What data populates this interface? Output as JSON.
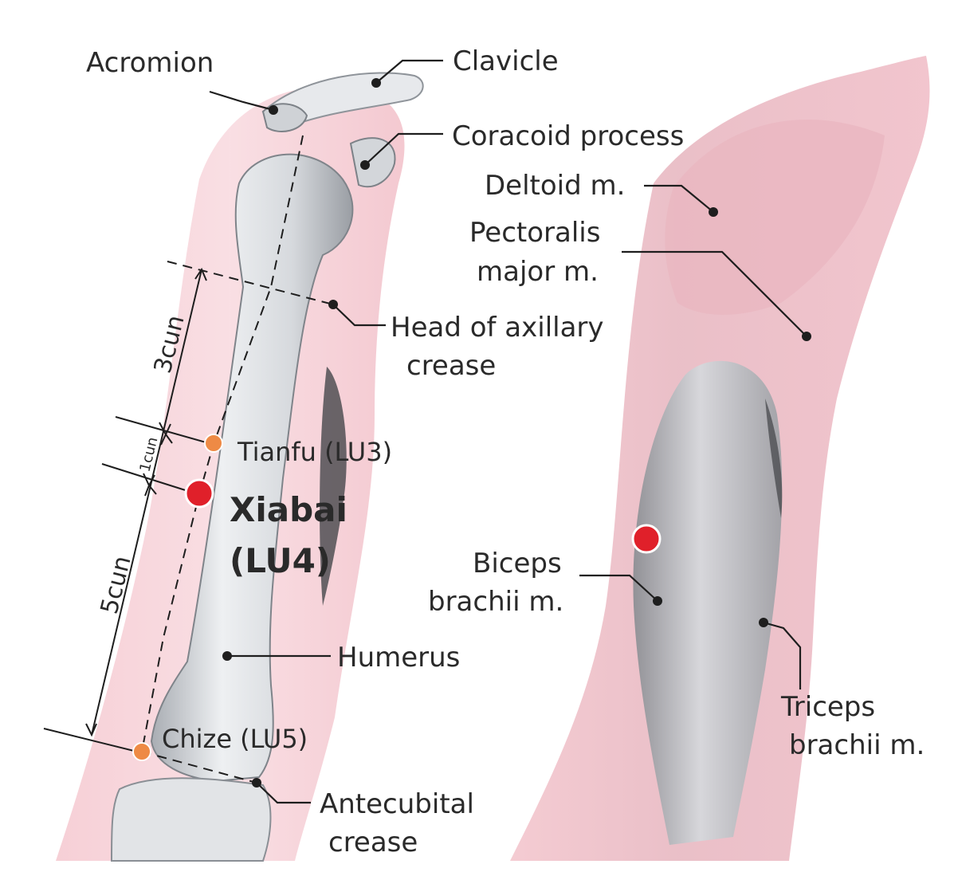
{
  "labels": {
    "acromion": "Acromion",
    "clavicle": "Clavicle",
    "coracoid": "Coracoid process",
    "deltoid": "Deltoid m.",
    "pectoralis_1": "Pectoralis",
    "pectoralis_2": "major m.",
    "axillary_1": "Head of axillary",
    "axillary_2": "crease",
    "tianfu": "Tianfu (LU3)",
    "xiabai_1": "Xiabai",
    "xiabai_2": "(LU4)",
    "humerus": "Humerus",
    "chize": "Chize (LU5)",
    "antecubital_1": "Antecubital",
    "antecubital_2": "crease",
    "biceps_1": "Biceps",
    "biceps_2": "brachii m.",
    "triceps_1": "Triceps",
    "triceps_2": "brachii m."
  },
  "measurements": {
    "upper": "3cun",
    "middle": "1cun",
    "lower": "5cun"
  },
  "colors": {
    "skin_pink": "#f2c4cc",
    "bone": "#d9dce0",
    "point_main": "#e0202a",
    "point_secondary": "#ee8a45",
    "leader": "#1e1e1e"
  }
}
